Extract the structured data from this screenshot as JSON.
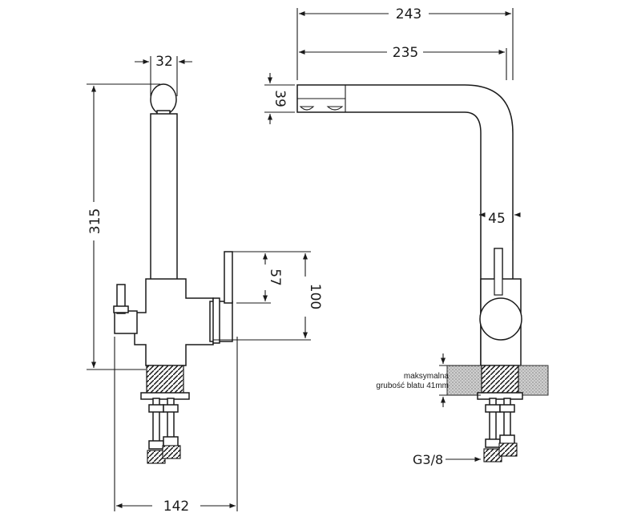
{
  "dimensions": {
    "overall_length": "243",
    "spout_reach": "235",
    "spout_height": "39",
    "spout_width": "45",
    "handle_width": "32",
    "total_height": "315",
    "handle_height": "57",
    "lever_height": "100",
    "base_width": "142"
  },
  "notes": {
    "countertop_line1": "maksymalna",
    "countertop_line2": "grubość blatu 41mm",
    "connection": "G3/8"
  }
}
